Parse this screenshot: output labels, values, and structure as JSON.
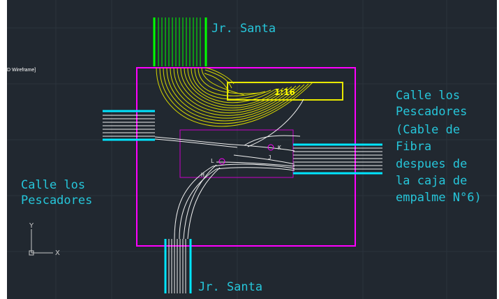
{
  "viewport": {
    "label": "D Wireframe]"
  },
  "labels": {
    "street_top": "Jr. Santa",
    "street_bottom": "Jr. Santa",
    "street_left_line1": "Calle los",
    "street_left_line2": "Pescadores",
    "street_right_line1": "Calle los",
    "street_right_line2": "Pescadores",
    "street_right_line3": "(Cable de",
    "street_right_line4": "Fibra",
    "street_right_line5": "despues de",
    "street_right_line6": "la caja de",
    "street_right_line7": "empalme N°6)",
    "box_label": "1:16",
    "marker_k": "K",
    "marker_j": "J",
    "marker_l": "L",
    "marker_h": "H"
  },
  "ucs": {
    "y_label": "Y",
    "x_label": "X"
  },
  "colors": {
    "background": "#212830",
    "magenta": "#ff00ff",
    "cyan": "#00e5ff",
    "green": "#00ff00",
    "yellow": "#e0e000",
    "white": "#f0f0f0",
    "text_cyan": "#26c6da"
  }
}
